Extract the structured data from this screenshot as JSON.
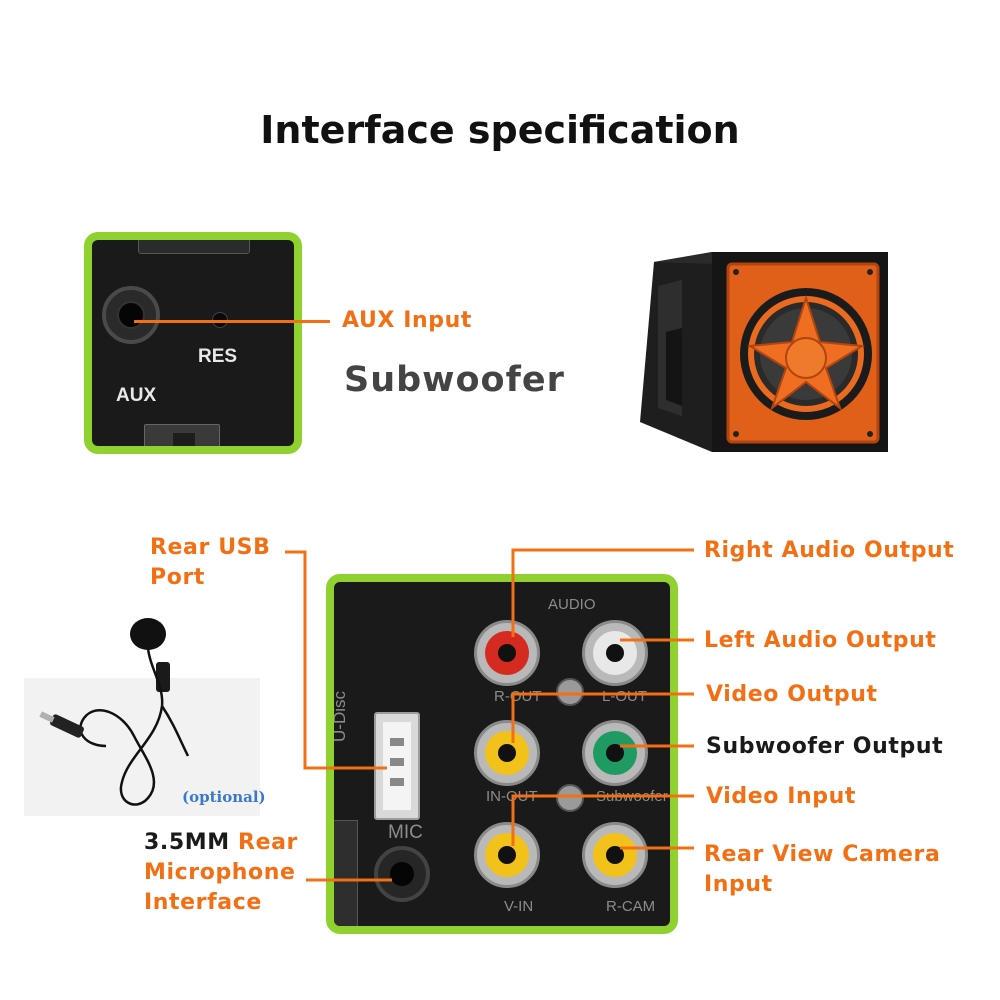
{
  "title": "Interface specification",
  "top": {
    "aux_callout": "AUX Input",
    "subwoofer_name": "Subwoofer",
    "panel_labels": {
      "aux": "AUX",
      "res": "RES"
    }
  },
  "bottom": {
    "callouts": {
      "usb_line1": "Rear USB",
      "usb_line2": "Port",
      "right_audio": "Right Audio Output",
      "left_audio": "Left Audio Output",
      "video_output": "Video Output",
      "subwoofer_output": "Subwoofer Output",
      "video_input": "Video Input",
      "rear_camera_line1": "Rear View Camera",
      "rear_camera_line2": "Input",
      "mic_prefix": "3.5MM",
      "mic_line1_rest": "Rear",
      "mic_line2": "Microphone",
      "mic_line3": "Interface"
    },
    "optional_tag": "(optional)",
    "panel_labels": {
      "audio": "AUDIO",
      "r_out": "R-OUT",
      "l_out": "L-OUT",
      "in_out": "IN-OUT",
      "subwoofer": "Subwoofer",
      "v_in": "V-IN",
      "r_cam": "R-CAM",
      "udisc": "U-Disc",
      "mic": "MIC"
    }
  },
  "colors": {
    "accent_orange": "#f36f13",
    "panel_border_green": "#8fd12e",
    "jack_red": "#d42a1f",
    "jack_white": "#e8e8e8",
    "jack_yellow": "#f2c21a",
    "jack_green": "#1f9a62",
    "optional_blue": "#3a78c9"
  }
}
